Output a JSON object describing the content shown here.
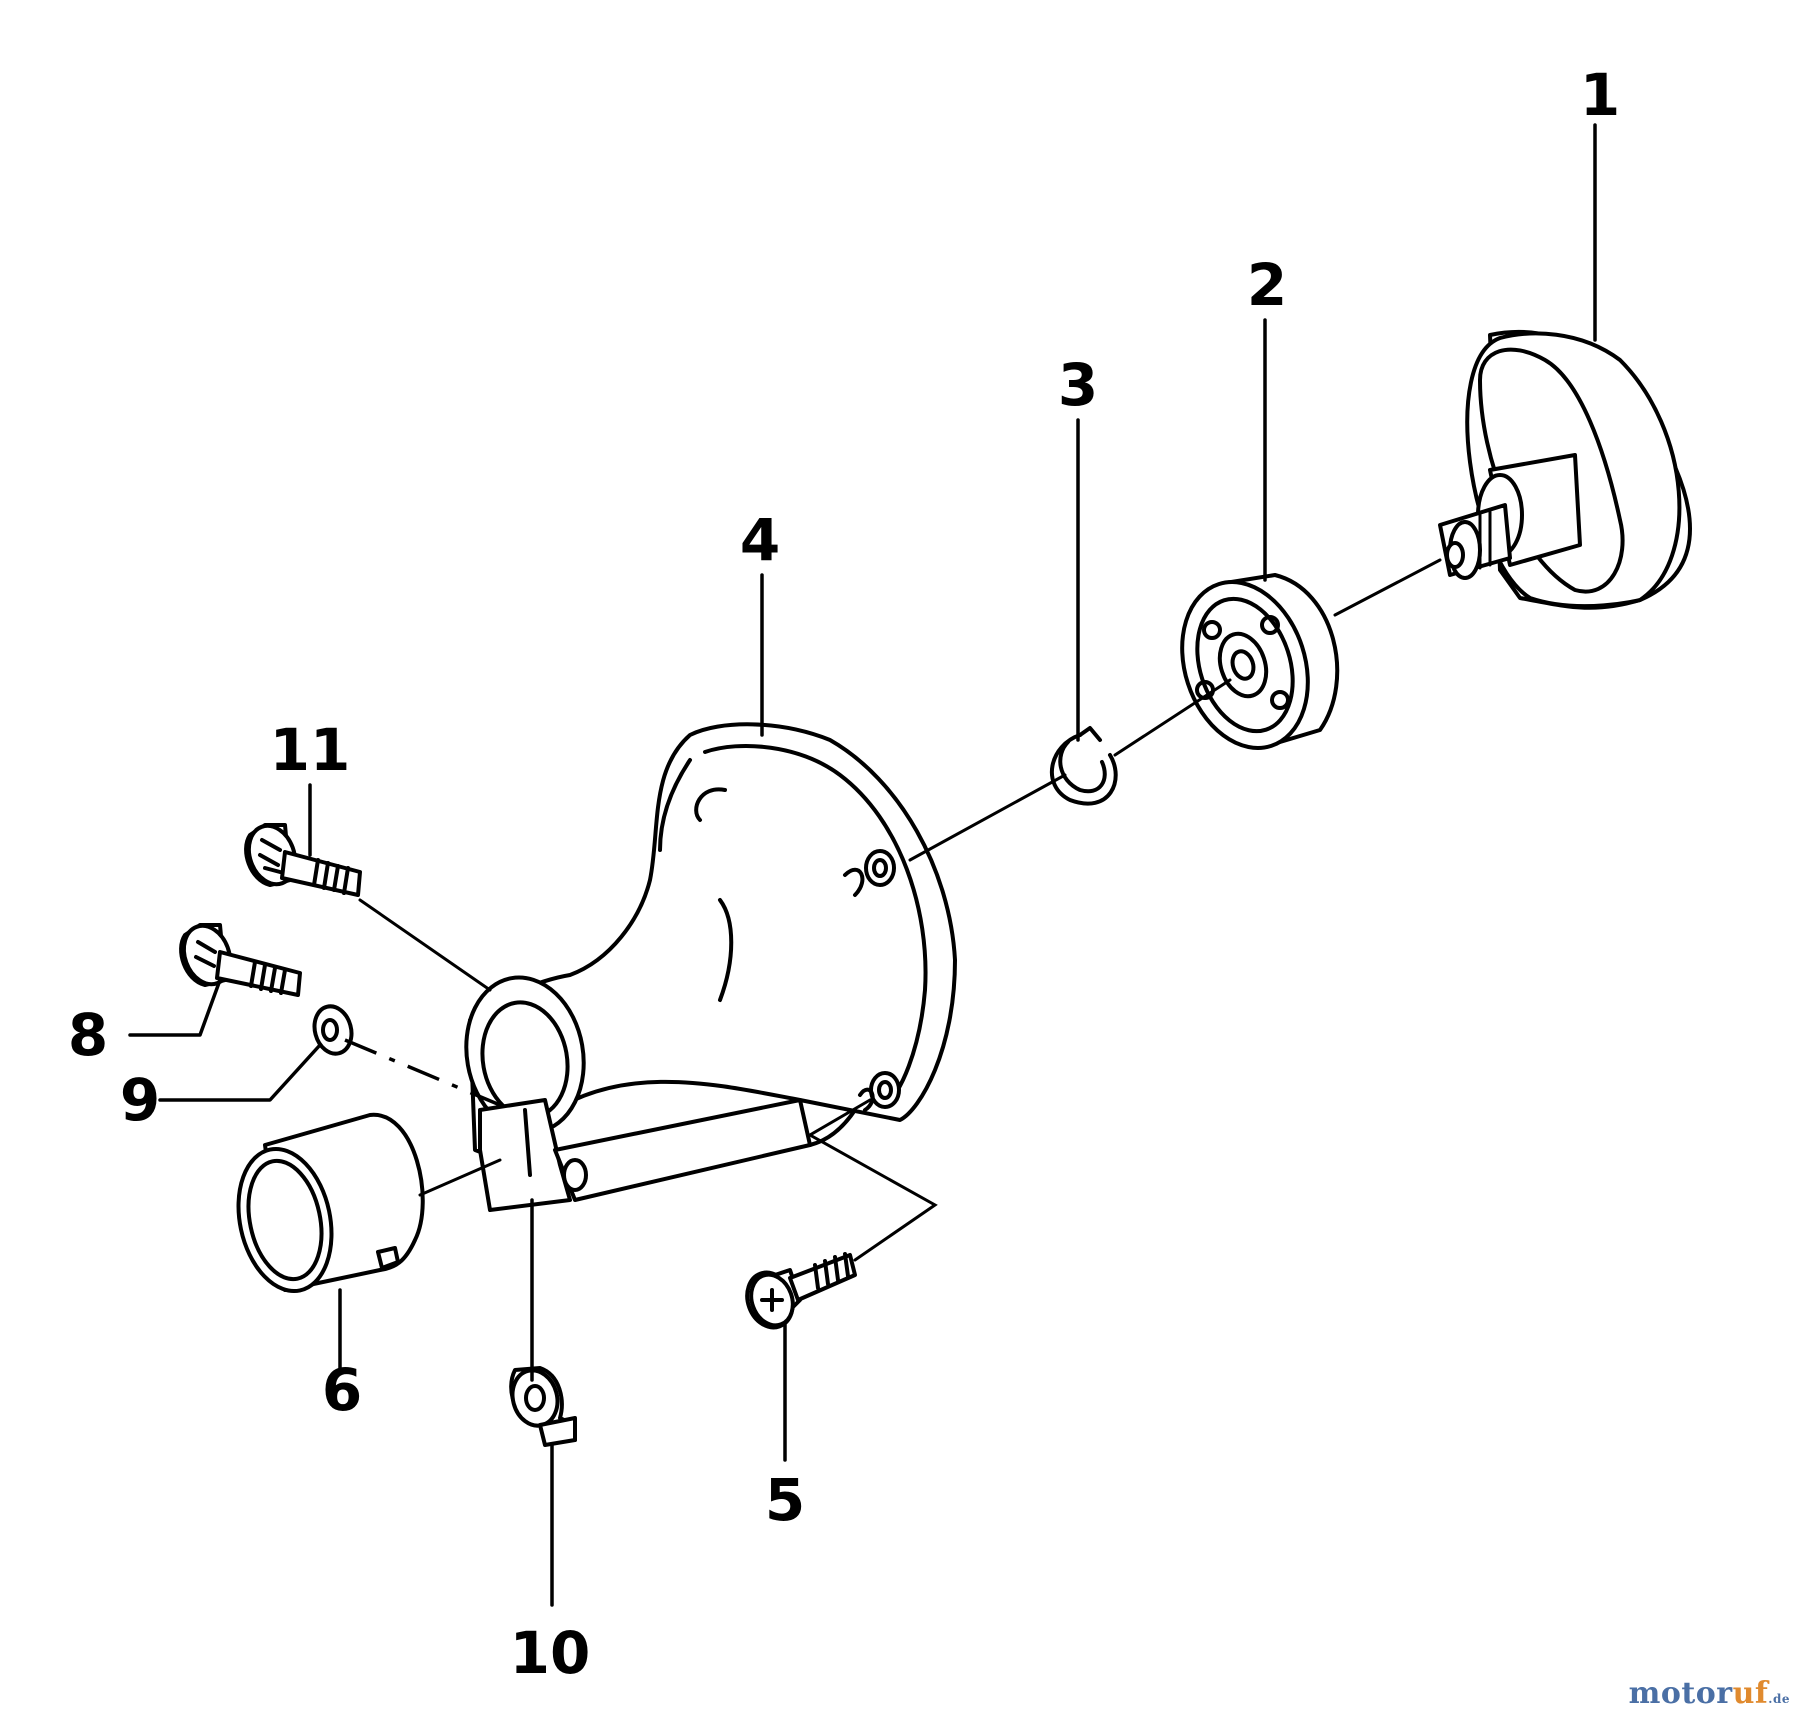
{
  "diagram": {
    "callouts": [
      {
        "id": "1",
        "label": "1"
      },
      {
        "id": "2",
        "label": "2"
      },
      {
        "id": "3",
        "label": "3"
      },
      {
        "id": "4",
        "label": "4"
      },
      {
        "id": "5",
        "label": "5"
      },
      {
        "id": "6",
        "label": "6"
      },
      {
        "id": "8",
        "label": "8"
      },
      {
        "id": "9",
        "label": "9"
      },
      {
        "id": "10",
        "label": "10"
      },
      {
        "id": "11",
        "label": "11"
      }
    ]
  },
  "watermark": {
    "part1": "motor",
    "part2": "uf",
    "part3": ".de"
  }
}
